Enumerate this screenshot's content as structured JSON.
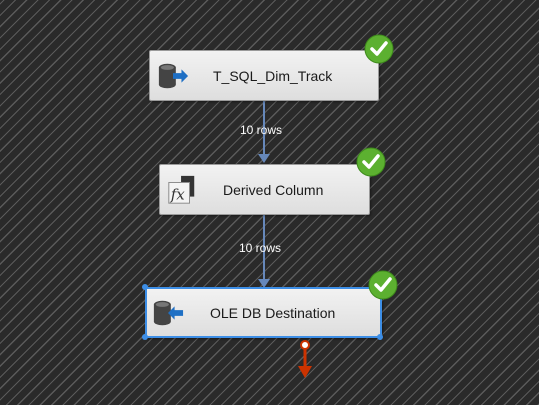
{
  "data_flow": {
    "components": [
      {
        "label": "T_SQL_Dim_Track",
        "icon": "ole-db-source-icon",
        "status": "success"
      },
      {
        "label": "Derived Column",
        "icon": "derived-column-icon",
        "status": "success"
      },
      {
        "label": "OLE DB Destination",
        "icon": "ole-db-destination-icon",
        "status": "success",
        "selected": true
      }
    ],
    "paths": [
      {
        "label": "10 rows"
      },
      {
        "label": "10 rows"
      }
    ],
    "error_output": {
      "icon": "error-output-arrow-icon",
      "color": "#cc3300"
    }
  },
  "colors": {
    "canvas": "#2a2a2a",
    "path_arrow": "#6688bb",
    "success_green": "#5cb030",
    "selection_blue": "#3d8ee6"
  }
}
